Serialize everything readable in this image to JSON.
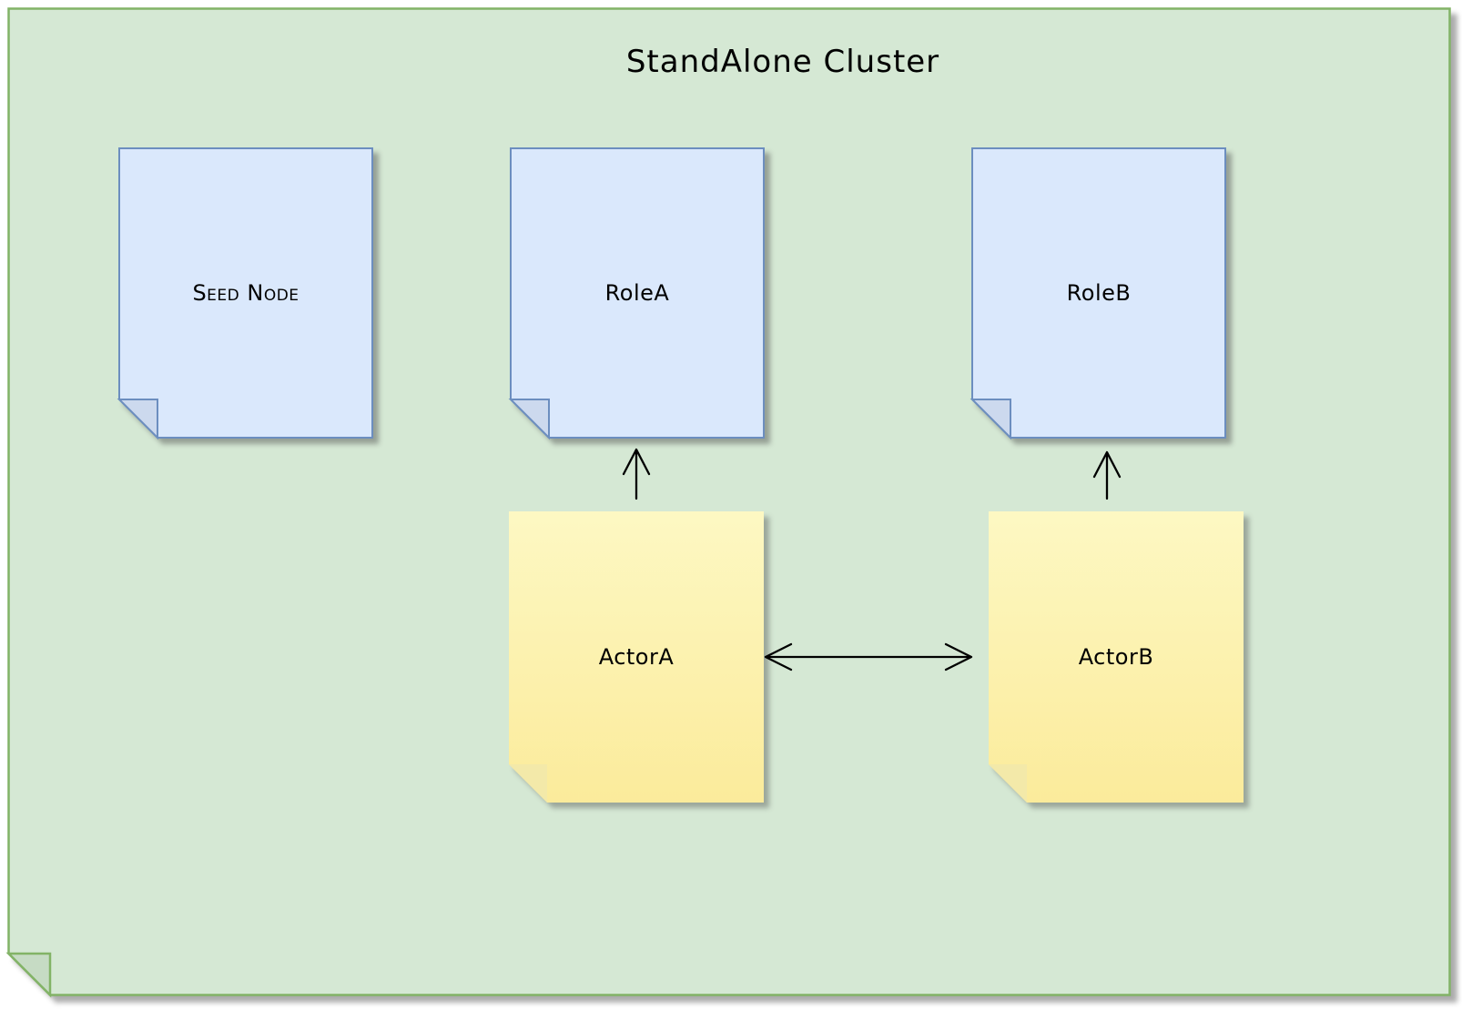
{
  "title": "StandAlone Cluster",
  "nodes": [
    {
      "id": "seed-node",
      "label": "Seed Node",
      "kind": "role-note"
    },
    {
      "id": "role-a",
      "label": "RoleA",
      "kind": "role-note"
    },
    {
      "id": "role-b",
      "label": "RoleB",
      "kind": "role-note"
    },
    {
      "id": "actor-a",
      "label": "ActorA",
      "kind": "actor-note"
    },
    {
      "id": "actor-b",
      "label": "ActorB",
      "kind": "actor-note"
    }
  ],
  "edges": [
    {
      "from": "ActorA",
      "to": "RoleA",
      "direction": "up",
      "arrowheads": "open-arrow-at-role"
    },
    {
      "from": "ActorB",
      "to": "RoleB",
      "direction": "up",
      "arrowheads": "open-arrow-at-role"
    },
    {
      "from": "ActorA",
      "to": "ActorB",
      "direction": "horizontal",
      "arrowheads": "open-arrow-both-ends"
    }
  ],
  "colors": {
    "canvas": "#ffffff",
    "container_fill": "#d5e8d4",
    "container_stroke": "#82b366",
    "container_fold": "#c6dbc4",
    "role_fill": "#dae8fc",
    "role_stroke": "#6c8ebf",
    "role_fold": "#ccd9ee",
    "actor_fill_top": "#fdf8c3",
    "actor_fill_bottom": "#fbeb9b",
    "actor_fold": "#f3e9a9",
    "edge_stroke": "#000000"
  }
}
